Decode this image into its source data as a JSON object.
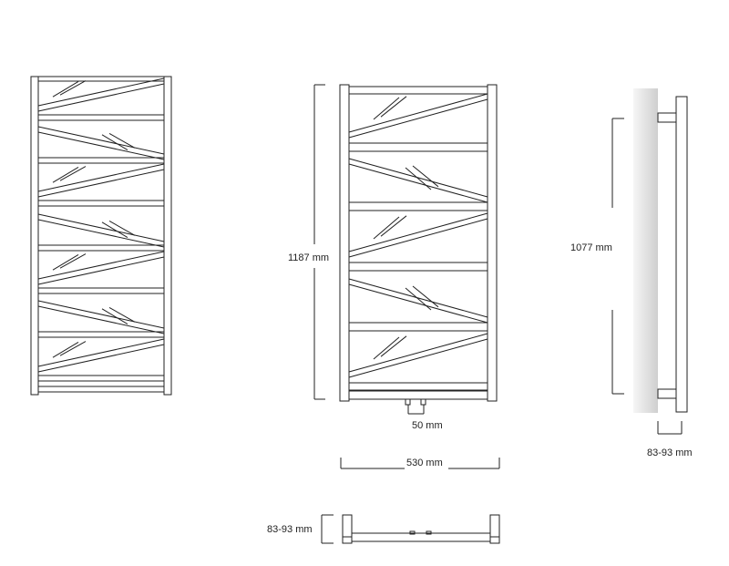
{
  "dimensions": {
    "height_front": "1187 mm",
    "width_front": "530 mm",
    "pipe_spacing": "50 mm",
    "height_side": "1077 mm",
    "wall_distance_side": "83-93 mm",
    "wall_distance_top": "83-93 mm"
  },
  "colors": {
    "line": "#222222",
    "wall_light": "#f4f4f4",
    "wall_dark": "#d2d2d2"
  }
}
